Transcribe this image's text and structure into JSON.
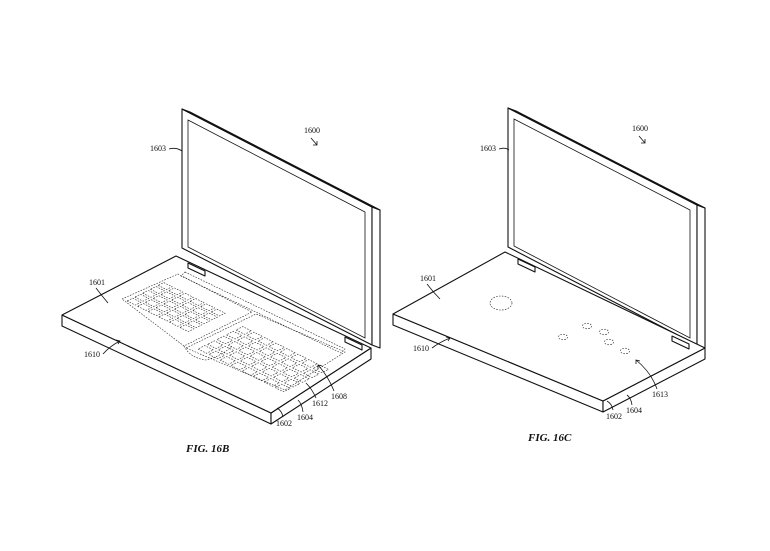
{
  "figures": [
    {
      "caption": "FIG. 16B",
      "refs": {
        "device": "1600",
        "display": "1603",
        "base": "1601",
        "surface": "1610",
        "edge_a": "1602",
        "edge_b": "1604",
        "keyboard_region": "1608",
        "key_region": "1612"
      }
    },
    {
      "caption": "FIG. 16C",
      "refs": {
        "device": "1600",
        "display": "1603",
        "base": "1601",
        "surface": "1610",
        "edge_a": "1602",
        "edge_b": "1604",
        "indicators": "1613"
      }
    }
  ]
}
